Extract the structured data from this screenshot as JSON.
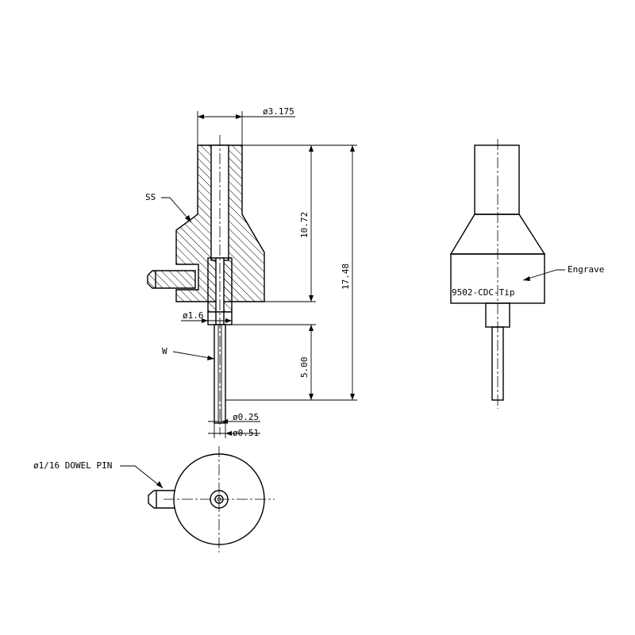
{
  "dimensions": {
    "bore_dia": "ø3.175",
    "upper_height": "10.72",
    "total_height": "17.48",
    "needle_length": "5.00",
    "collar_dia": "ø1.6",
    "wire_inner_dia": "ø0.25",
    "wire_outer_dia": "ø0.51"
  },
  "labels": {
    "body_material": "SS",
    "wire_material": "W",
    "dowel_pin": "ø1/16 DOWEL PIN",
    "engrave_note": "Engrave",
    "engraved_text": "9502-CDC-Tip"
  }
}
